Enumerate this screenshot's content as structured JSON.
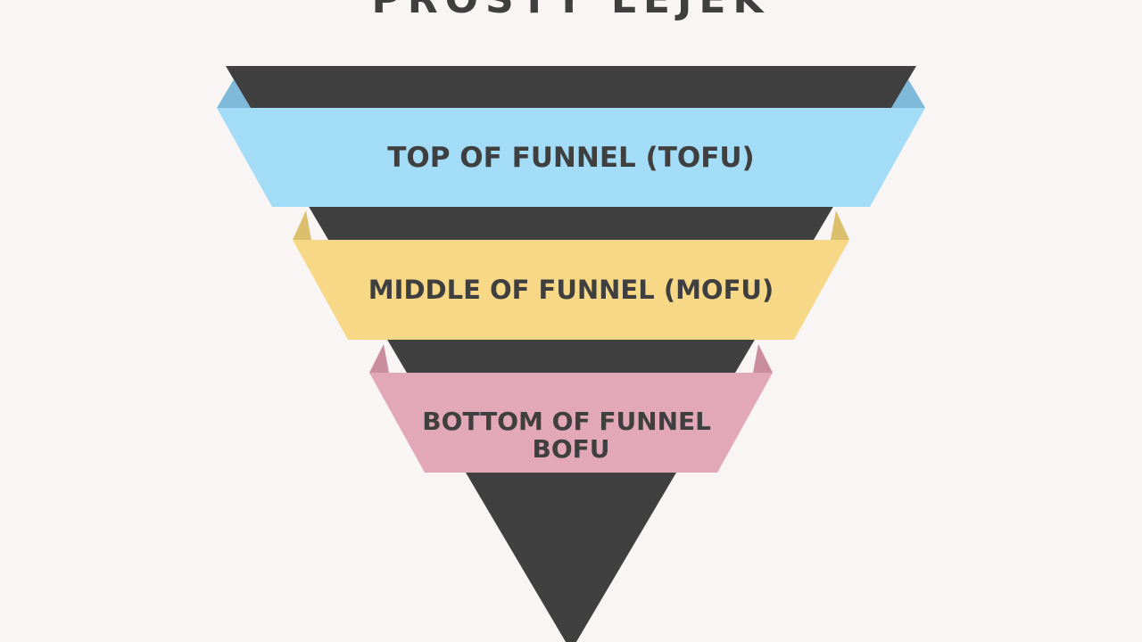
{
  "diagram": {
    "title": "PROSTY LEJEK",
    "stages": [
      {
        "id": "tofu",
        "lines": [
          "TOP OF FUNNEL (TOFU)"
        ],
        "color": "#a3dcf6",
        "fold_color": "#7fb9d9"
      },
      {
        "id": "mofu",
        "lines": [
          "MIDDLE OF FUNNEL (MOFU)"
        ],
        "color": "#f7d886",
        "fold_color": "#dcbf6c"
      },
      {
        "id": "bofu",
        "lines": [
          "BOTTOM OF FUNNEL",
          "BOFU"
        ],
        "color": "#e3a8b8",
        "fold_color": "#c98d9d"
      }
    ],
    "funnel_color": "#404040",
    "text_color": "#3f3f3f",
    "background": "#f8f5f4"
  }
}
